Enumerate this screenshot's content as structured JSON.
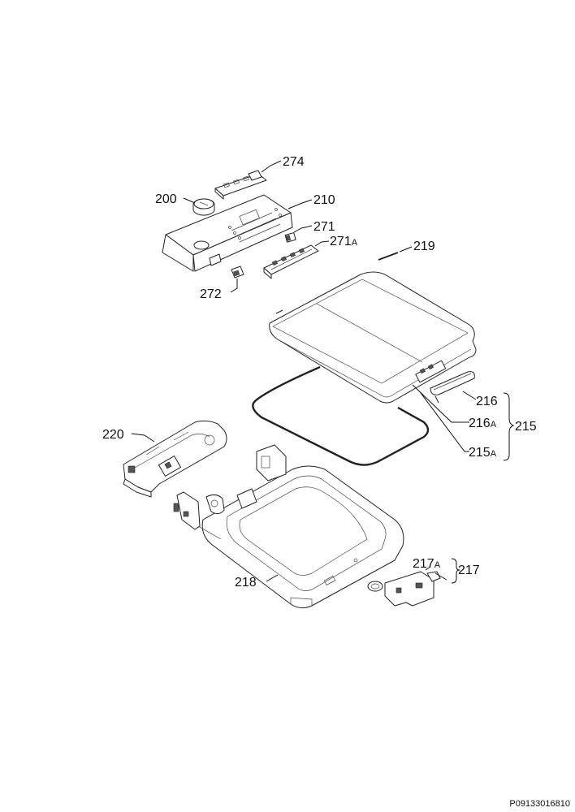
{
  "labels": {
    "p274": "274",
    "p200": "200",
    "p210": "210",
    "p271": "271",
    "p271a_num": "271",
    "p271a_suffix": "A",
    "p219": "219",
    "p272": "272",
    "p216": "216",
    "p216a_num": "216",
    "p216a_suffix": "A",
    "p215": "215",
    "p215a_num": "215",
    "p215a_suffix": "A",
    "p220": "220",
    "p218": "218",
    "p217a_num": "217",
    "p217a_suffix": "A",
    "p217": "217"
  },
  "footer_code": "P09133016810"
}
